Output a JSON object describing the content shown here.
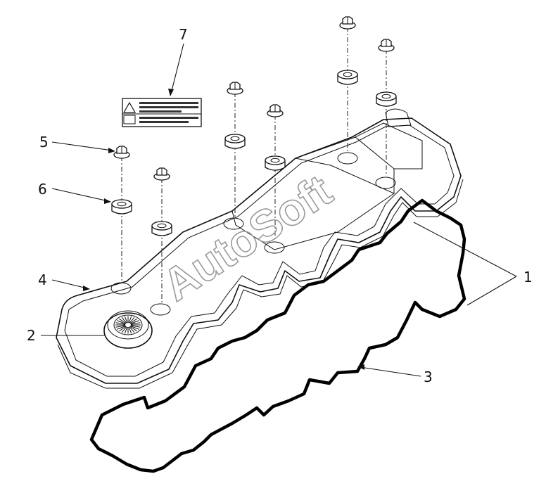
{
  "callouts": [
    {
      "id": "1",
      "label": "1"
    },
    {
      "id": "2",
      "label": "2"
    },
    {
      "id": "3",
      "label": "3"
    },
    {
      "id": "4",
      "label": "4"
    },
    {
      "id": "5",
      "label": "5"
    },
    {
      "id": "6",
      "label": "6"
    },
    {
      "id": "7",
      "label": "7"
    }
  ],
  "watermark": "AutoSoft",
  "icons": {
    "warning_label": "warning-triangle-icon",
    "breather_cap": "oil-filler-cap-icon"
  }
}
